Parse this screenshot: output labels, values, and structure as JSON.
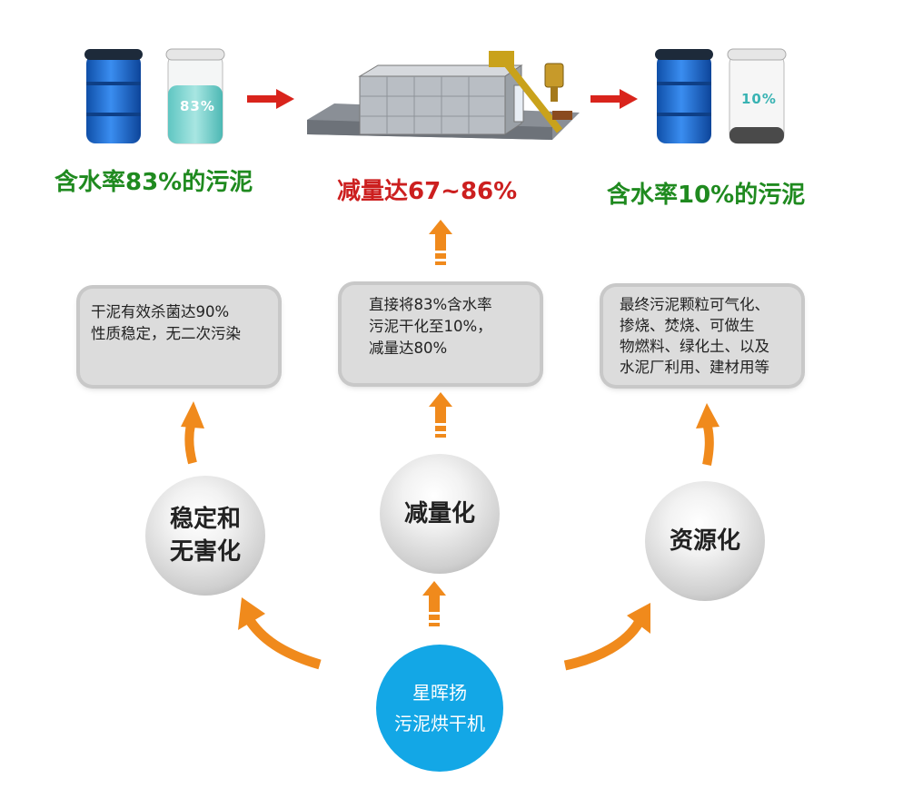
{
  "top": {
    "left_barrel_label": "83%",
    "right_barrel_label": "10%",
    "left_caption": "含水率83%的污泥",
    "center_caption": "减量达67~86%",
    "right_caption": "含水率10%的污泥"
  },
  "boxes": {
    "left": [
      "干泥有效杀菌达90%",
      "性质稳定，无二次污染"
    ],
    "center": [
      "直接将83%含水率",
      "污泥干化至10%，",
      "减量达80%"
    ],
    "right": [
      "最终污泥颗粒可气化、",
      "掺烧、焚烧、可做生",
      "物燃料、绿化土、以及",
      "水泥厂利用、建材用等"
    ]
  },
  "balls": {
    "left": [
      "稳定和",
      "无害化"
    ],
    "center": "减量化",
    "right": "资源化"
  },
  "core": {
    "line1": "星晖扬",
    "line2": "污泥烘干机"
  },
  "colors": {
    "green": "#1f8a1f",
    "red": "#cc1f1f",
    "arrow_orange": "#f08a1c",
    "arrow_red": "#d9241c",
    "core_blue": "#13a7e6",
    "barrel_blue": "#1f73d6"
  }
}
